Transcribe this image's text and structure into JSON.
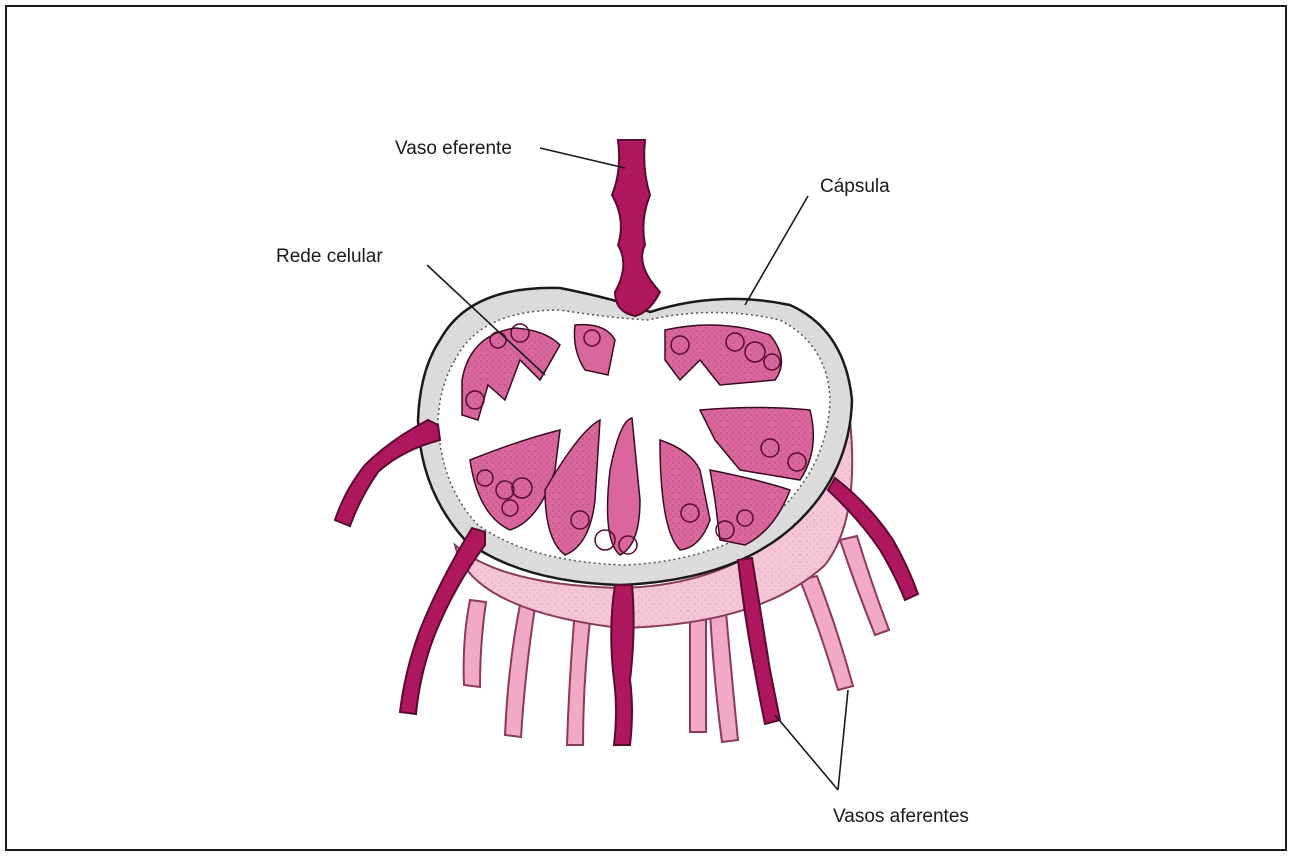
{
  "labels": {
    "efferent": "Vaso eferente",
    "capsule": "Cápsula",
    "cell_network": "Rede celular",
    "afferent": "Vasos aferentes"
  },
  "colors": {
    "vessel_dark": "#b0175f",
    "vessel_dark_edge": "#5a0a2e",
    "vessel_light": "#f2a9c6",
    "vessel_light_edge": "#8a3a5c",
    "cortex_pink": "#d9679d",
    "base_pink": "#f5c6d6",
    "capsule_gray": "#dcdcdc",
    "medulla_white": "#ffffff",
    "line": "#1a1a1a"
  }
}
